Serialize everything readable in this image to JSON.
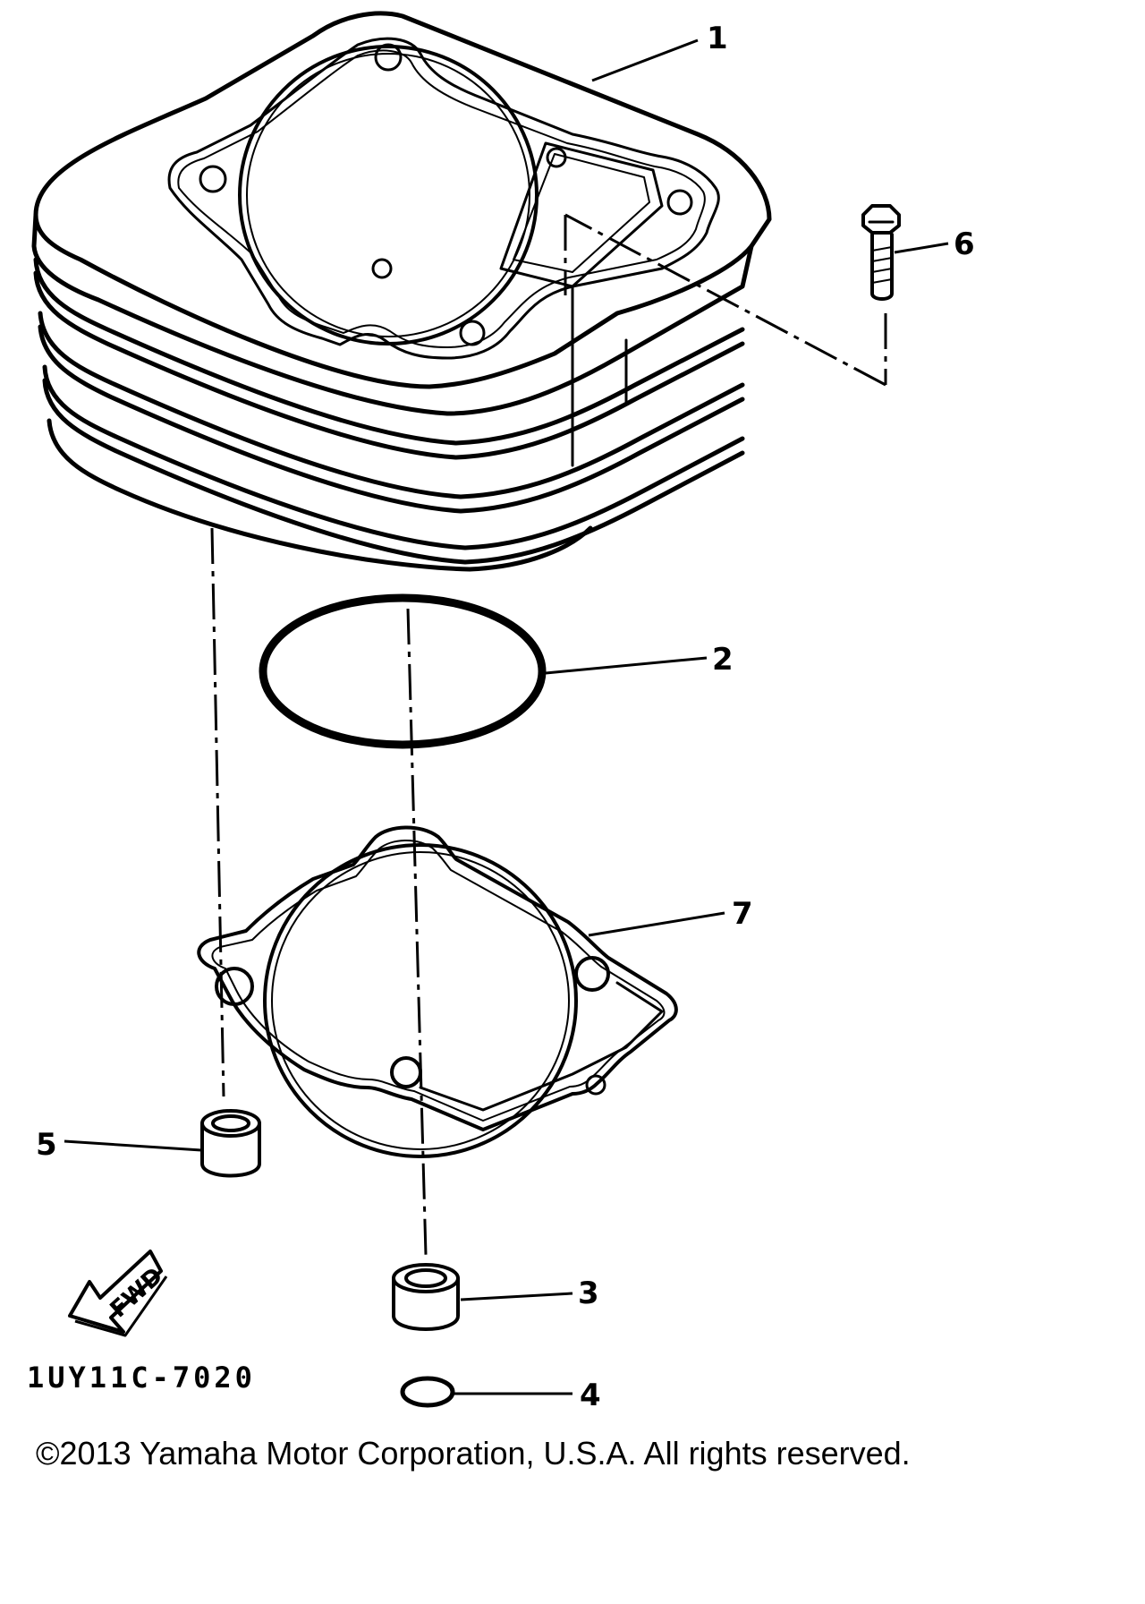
{
  "callouts": {
    "c1": "1",
    "c2": "2",
    "c3": "3",
    "c4": "4",
    "c5": "5",
    "c6": "6",
    "c7": "7"
  },
  "diagram_code": "1UY11C-7020",
  "fwd_label": "FWD",
  "copyright": "©2013 Yamaha Motor Corporation, U.S.A. All rights reserved."
}
